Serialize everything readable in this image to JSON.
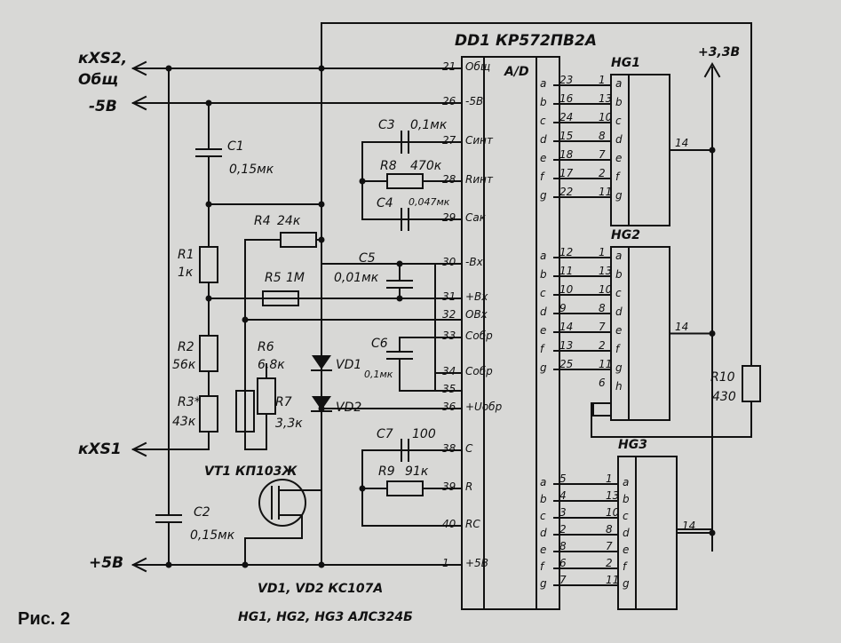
{
  "figure_label": "Рис. 2",
  "chip": {
    "title": "DD1 КР572ПВ2А",
    "block": "A/D",
    "left_pins": [
      {
        "num": "21",
        "name": "Общ"
      },
      {
        "num": "26",
        "name": "-5В"
      },
      {
        "num": "27",
        "name": "Синт"
      },
      {
        "num": "28",
        "name": "Rинт"
      },
      {
        "num": "29",
        "name": "Сак"
      },
      {
        "num": "30",
        "name": "-Вх"
      },
      {
        "num": "31",
        "name": "+Вх"
      },
      {
        "num": "32",
        "name": "ОВх"
      },
      {
        "num": "33",
        "name": "Собр"
      },
      {
        "num": "34",
        "name": "Собр"
      },
      {
        "num": "35",
        "name": ""
      },
      {
        "num": "36",
        "name": "+Uобр"
      },
      {
        "num": "38",
        "name": "C"
      },
      {
        "num": "39",
        "name": "R"
      },
      {
        "num": "40",
        "name": "RC"
      },
      {
        "num": "1",
        "name": "+5В"
      }
    ],
    "right_groups": [
      {
        "segs": [
          "a",
          "b",
          "c",
          "d",
          "e",
          "f",
          "g"
        ],
        "pins": [
          "23",
          "16",
          "24",
          "15",
          "18",
          "17",
          "22"
        ]
      },
      {
        "segs": [
          "a",
          "b",
          "c",
          "d",
          "e",
          "f",
          "g"
        ],
        "pins": [
          "12",
          "11",
          "10",
          "9",
          "14",
          "13",
          "25"
        ]
      },
      {
        "segs": [
          "a",
          "b",
          "c",
          "d",
          "e",
          "f",
          "g"
        ],
        "pins": [
          "5",
          "4",
          "3",
          "2",
          "8",
          "6",
          "7"
        ]
      }
    ]
  },
  "displays": [
    {
      "name": "HG1",
      "pins": [
        "1",
        "13",
        "10",
        "8",
        "7",
        "2",
        "11"
      ],
      "segs": [
        "a",
        "b",
        "c",
        "d",
        "e",
        "f",
        "g"
      ],
      "common": "14"
    },
    {
      "name": "HG2",
      "pins": [
        "1",
        "13",
        "10",
        "8",
        "7",
        "2",
        "11",
        "6"
      ],
      "segs": [
        "a",
        "b",
        "c",
        "d",
        "e",
        "f",
        "g",
        "h"
      ],
      "common": "14"
    },
    {
      "name": "HG3",
      "pins": [
        "1",
        "13",
        "10",
        "8",
        "7",
        "2",
        "11"
      ],
      "segs": [
        "a",
        "b",
        "c",
        "d",
        "e",
        "f",
        "g"
      ],
      "common": "14"
    }
  ],
  "connectors": {
    "xs2": "кXS2,",
    "xs2_sub": "Общ",
    "minus5": "-5В",
    "xs1": "кXS1",
    "plus5": "+5В",
    "plus33": "+3,3В"
  },
  "components": {
    "c1": "C1",
    "c1v": "0,15мк",
    "c2": "C2",
    "c2v": "0,15мк",
    "c3": "C3",
    "c3v": "0,1мк",
    "r8": "R8",
    "r8v": "470к",
    "c4": "C4",
    "c4v": "0,047мк",
    "r4": "R4",
    "r4v": "24к",
    "c5": "C5",
    "c5v": "0,01мк",
    "r5": "R5",
    "r5v": "1М",
    "r1": "R1",
    "r1v": "1к",
    "r2": "R2",
    "r2v": "56к",
    "r3": "R3*",
    "r3v": "43к",
    "r6": "R6",
    "r6v": "6,8к",
    "r7": "R7",
    "r7v": "3,3к",
    "c6": "C6",
    "c6v": "0,1мк",
    "vd1": "VD1",
    "vd2": "VD2",
    "c7": "C7",
    "c7v": "100",
    "r9": "R9",
    "r9v": "91к",
    "vt1": "VT1 КП103Ж",
    "r10": "R10",
    "r10v": "430"
  },
  "notes": {
    "diodes": "VD1, VD2  КС107А",
    "indicators": "HG1, HG2, HG3  АЛС324Б"
  }
}
